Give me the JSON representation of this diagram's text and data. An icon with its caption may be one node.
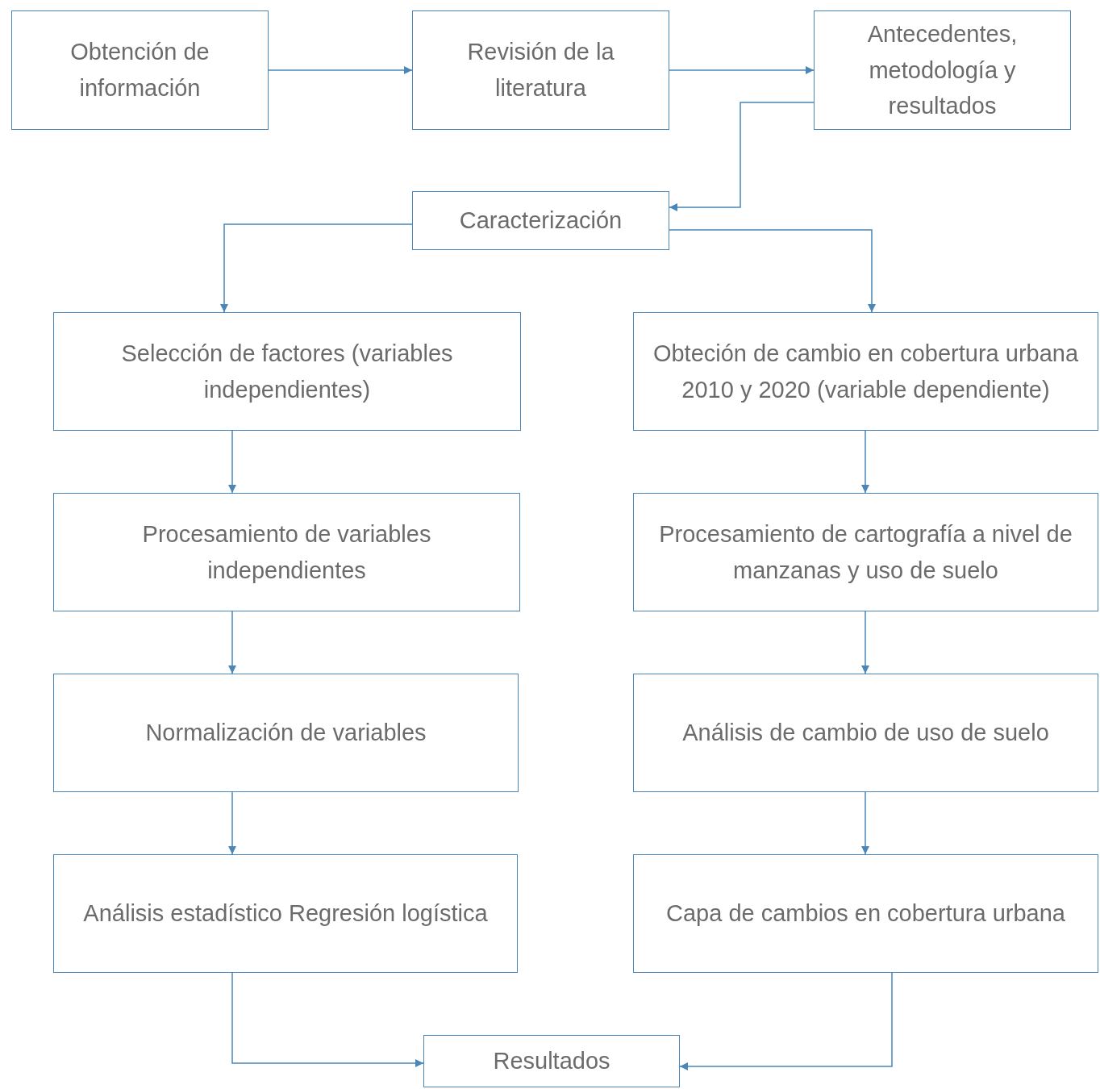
{
  "diagram": {
    "nodes": [
      {
        "text": [
          "Obtención de información"
        ]
      },
      {
        "text": [
          "Revisión de la literatura"
        ]
      },
      {
        "text": [
          "Antecedentes, metodología y resultados"
        ]
      },
      {
        "text": [
          "Caracterización"
        ]
      },
      {
        "text": [
          "Selección de factores (variables independientes)"
        ]
      },
      {
        "text": [
          "Obteción de cambio en cobertura urbana 2010 y 2020 (variable dependiente)"
        ]
      },
      {
        "text": [
          "Procesamiento de variables independientes"
        ]
      },
      {
        "text": [
          "Procesamiento de cartografía a nivel de manzanas y uso de suelo"
        ]
      },
      {
        "text": [
          "Normalización de variables"
        ]
      },
      {
        "text": [
          "Análisis de cambio de uso de suelo"
        ]
      },
      {
        "text": [
          "Análisis estadístico Regresión logística"
        ]
      },
      {
        "text": [
          "Capa de cambios en cobertura urbana"
        ]
      },
      {
        "text": [
          "Resultados"
        ]
      }
    ],
    "edges": [
      {
        "from": 0,
        "to": 1,
        "arrow": "to"
      },
      {
        "from": 1,
        "to": 2,
        "arrow": "to"
      },
      {
        "from": 2,
        "to": 3,
        "arrow": "to"
      },
      {
        "from": 3,
        "to": 4,
        "arrow": "to"
      },
      {
        "from": 3,
        "to": 5,
        "arrow": "to"
      },
      {
        "from": 4,
        "to": 6,
        "arrow": "to"
      },
      {
        "from": 6,
        "to": 8,
        "arrow": "to"
      },
      {
        "from": 8,
        "to": 10,
        "arrow": "to"
      },
      {
        "from": 5,
        "to": 7,
        "arrow": "to"
      },
      {
        "from": 7,
        "to": 9,
        "arrow": "to"
      },
      {
        "from": 9,
        "to": 11,
        "arrow": "to"
      },
      {
        "from": 10,
        "to": 12,
        "arrow": "to"
      },
      {
        "from": 11,
        "to": 12,
        "arrow": "to"
      }
    ]
  }
}
